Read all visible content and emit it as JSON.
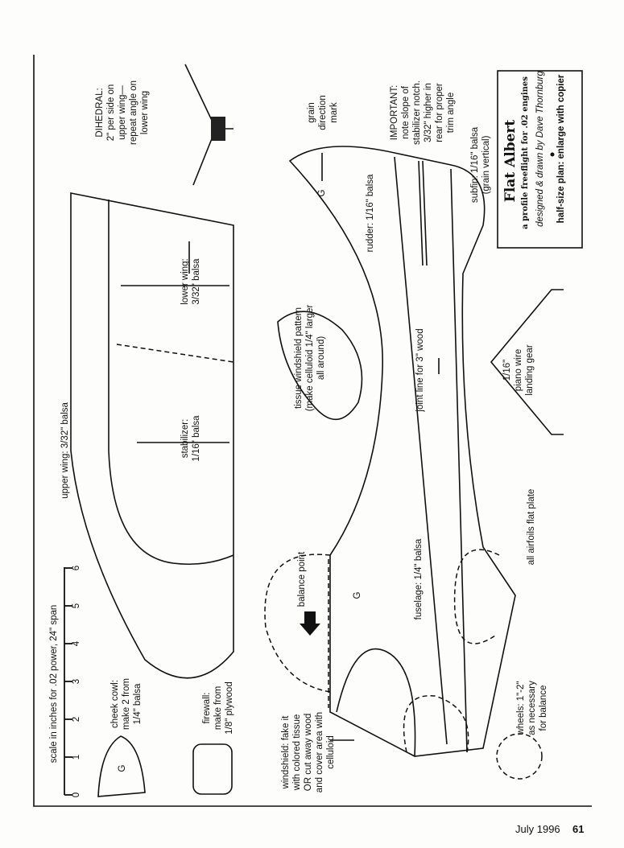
{
  "title_block": {
    "title": "Flat Albert",
    "subtitle": "a profile freeflight for .02 engines",
    "credit": "designed & drawn by Dave Thornburg",
    "note": "half-size plan: enlarge with copier"
  },
  "labels": {
    "subfin": [
      "subfin: 1/16\" balsa",
      "(grain vertical)"
    ],
    "important": [
      "IMPORTANT:",
      "note slope of",
      "stabilizer notch.",
      "3/32\" higher in",
      "rear for proper",
      "trim angle"
    ],
    "grain": [
      "grain",
      "direction",
      "mark"
    ],
    "dihedral": [
      "DIHEDRAL:",
      "2\" per side on",
      "upper wing—",
      "repeat angle on",
      "lower wing"
    ],
    "rudder": "rudder: 1/16\" balsa",
    "lower_wing": [
      "lower wing:",
      "3/32\" balsa"
    ],
    "tissue": [
      "tissue windshield pattern",
      "(make celluloid 1/4\" larger",
      "all around)"
    ],
    "joint": "joint line for 3\" wood",
    "landing_gear": [
      "1/16\"",
      "piano wire",
      "landing gear"
    ],
    "stabilizer": [
      "stabilizer:",
      "1/16\" balsa"
    ],
    "upper_wing": "upper wing: 3/32\" balsa",
    "airfoils": "all airfoils flat plate",
    "balance": "balance point",
    "fuselage": "fuselage: 1/4\" balsa",
    "scale": "scale in inches for .02 power, 24\" span",
    "scale_ticks": [
      "0",
      "1",
      "2",
      "3",
      "4",
      "5",
      "6"
    ],
    "cheek_cowl": [
      "cheek cowl:",
      "make 2 from",
      "1/4\" balsa"
    ],
    "firewall": [
      "firewall:",
      "make from",
      "1/8\" plywood"
    ],
    "windshield": [
      "windshield: fake it",
      "with colored tissue",
      "OR cut away wood",
      "and cover area with",
      "celluloid"
    ],
    "wheels": [
      "wheels: 1\"-2\"",
      "as necessary",
      "for balance"
    ],
    "grain_mark": "G"
  },
  "footer": {
    "date": "July 1996",
    "page": "61"
  }
}
